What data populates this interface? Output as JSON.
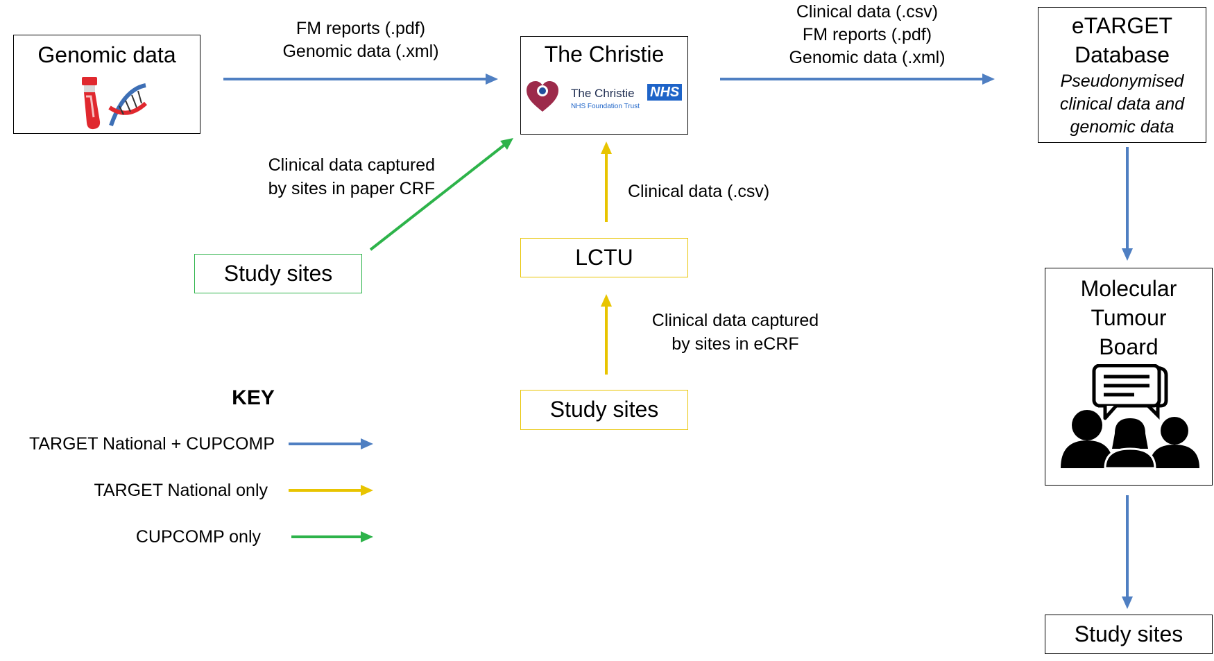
{
  "colors": {
    "blue": "#4f7fc2",
    "yellow": "#e8c400",
    "green": "#2db34a",
    "tube_red": "#e0282e",
    "dna_blue": "#3d6fb5"
  },
  "nodes": {
    "genomic": {
      "title": "Genomic data",
      "icons": [
        "test-tube-icon",
        "dna-icon"
      ]
    },
    "christie": {
      "title": "The Christie",
      "logo": {
        "name": "The Christie",
        "badge": "NHS",
        "subtitle": "NHS Foundation Trust"
      }
    },
    "etarget": {
      "title_line1": "eTARGET",
      "title_line2": "Database",
      "desc_line1": "Pseudonymised",
      "desc_line2": "clinical data and",
      "desc_line3": "genomic data"
    },
    "mtb": {
      "line1": "Molecular",
      "line2": "Tumour",
      "line3": "Board",
      "icon": "meeting-discussion-icon"
    },
    "lctu": {
      "title": "LCTU"
    },
    "sites_green": {
      "title": "Study sites"
    },
    "sites_yellow": {
      "title": "Study sites"
    },
    "sites_bottom": {
      "title": "Study sites"
    }
  },
  "edges": {
    "genomic_to_christie": {
      "line1": "FM reports (.pdf)",
      "line2": "Genomic data (.xml)"
    },
    "christie_to_etarget": {
      "line1": "Clinical data (.csv)",
      "line2": "FM reports (.pdf)",
      "line3": "Genomic data (.xml)"
    },
    "sites_to_christie": {
      "line1": "Clinical data captured",
      "line2": "by sites in paper CRF"
    },
    "lctu_to_christie": {
      "line1": "Clinical data (.csv)"
    },
    "sites_to_lctu": {
      "line1": "Clinical data captured",
      "line2": "by sites in eCRF"
    }
  },
  "key": {
    "title": "KEY",
    "items": [
      {
        "label": "TARGET National + CUPCOMP",
        "color": "blue"
      },
      {
        "label": "TARGET National only",
        "color": "yellow"
      },
      {
        "label": "CUPCOMP only",
        "color": "green"
      }
    ]
  }
}
